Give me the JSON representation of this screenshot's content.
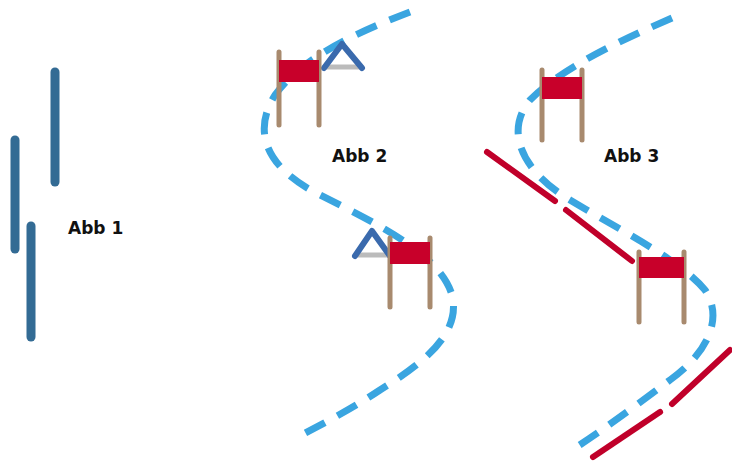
{
  "diagram": {
    "labels": [
      "Abb 1",
      "Abb 2",
      "Abb 3"
    ]
  }
}
